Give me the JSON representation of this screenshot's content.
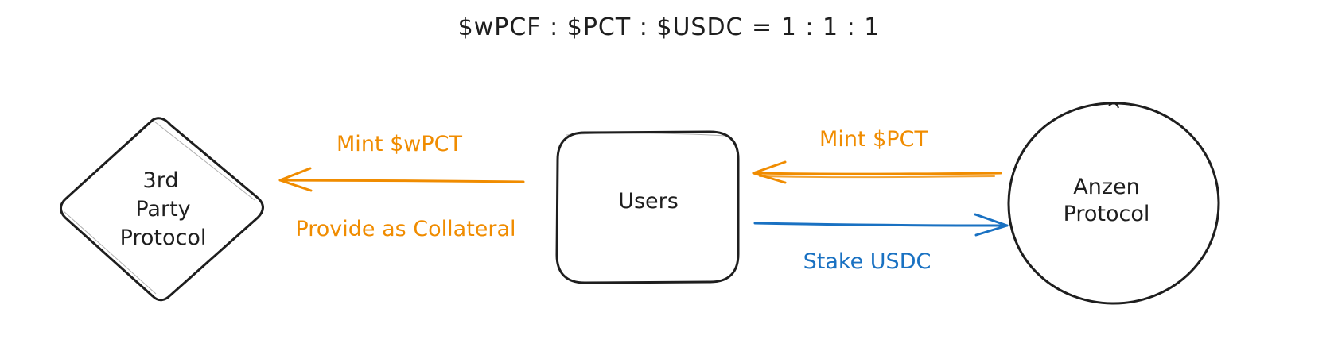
{
  "title": "$wPCF : $PCT : $USDC = 1 : 1 : 1",
  "colors": {
    "ink": "#1e1e1e",
    "orange": "#f08c00",
    "blue": "#1971c2",
    "background": "#ffffff"
  },
  "nodes": {
    "third_party": {
      "shape": "diamond",
      "lines": [
        "3rd",
        "Party",
        "Protocol"
      ]
    },
    "users": {
      "shape": "rounded-rectangle",
      "lines": [
        "Users"
      ]
    },
    "anzen": {
      "shape": "circle",
      "lines": [
        "Anzen",
        "Protocol"
      ]
    }
  },
  "edges": {
    "mint_wpct": {
      "from": "users",
      "to": "third_party",
      "label": "Mint $wPCT",
      "color": "orange"
    },
    "provide_collateral": {
      "label": "Provide as Collateral",
      "color": "orange"
    },
    "mint_pct": {
      "from": "anzen",
      "to": "users",
      "label": "Mint $PCT",
      "color": "orange"
    },
    "stake_usdc": {
      "from": "users",
      "to": "anzen",
      "label": "Stake USDC",
      "color": "blue"
    }
  }
}
